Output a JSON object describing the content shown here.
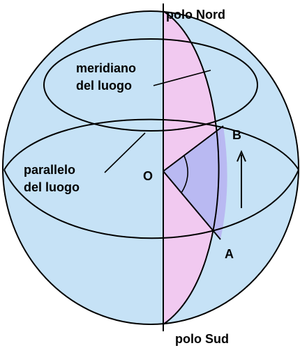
{
  "labels": {
    "north_pole": "polo Nord",
    "south_pole": "polo Sud",
    "meridian_line1": "meridiano",
    "meridian_line2": "del luogo",
    "parallel_line1": "parallelo",
    "parallel_line2": "del luogo",
    "center": "O",
    "point_a": "A",
    "point_b": "B"
  },
  "colors": {
    "sphere": "#c6e2f6",
    "meridian_plane": "#f1c9f0",
    "latitude_sector": "#b9b9f2",
    "stroke": "#000000"
  }
}
